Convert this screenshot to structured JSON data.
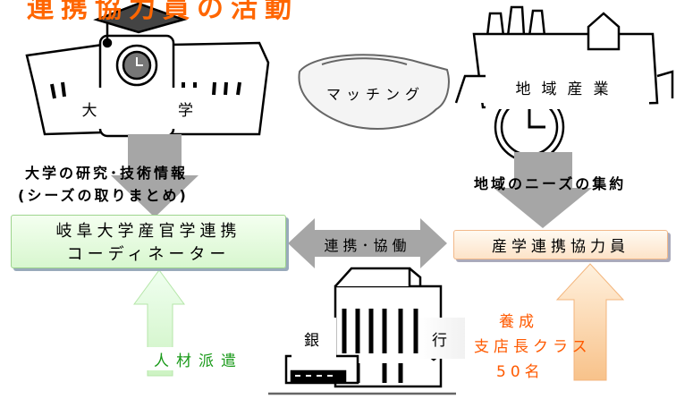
{
  "title": "連携協力員の活動",
  "university": {
    "label_left": "大",
    "label_right": "学"
  },
  "industry": {
    "label": "地域産業"
  },
  "matching": {
    "label": "マッチング"
  },
  "university_info": {
    "line1": "大学の研究･技術情報",
    "line2": "(シーズの取りまとめ)"
  },
  "needs": {
    "label": "地域のニーズの集約"
  },
  "coordinator": {
    "line1": "岐阜大学産官学連携",
    "line2": "コーディネーター"
  },
  "cooperation": {
    "label": "連携･協働"
  },
  "staff": {
    "label": "産学連携協力員"
  },
  "bank": {
    "label_left": "銀",
    "label_right": "行"
  },
  "dispatch": {
    "label": "人材派遣"
  },
  "training": {
    "line1": "養成",
    "line2": "支店長クラス",
    "line3": "50名"
  },
  "colors": {
    "title": "#ff6600",
    "green": "#1a9a1a",
    "orange": "#ff5a00",
    "arrow_gray": "#a6a6a6",
    "arrow_green": "#dff8d8",
    "arrow_orange": "#fbd6a8"
  }
}
